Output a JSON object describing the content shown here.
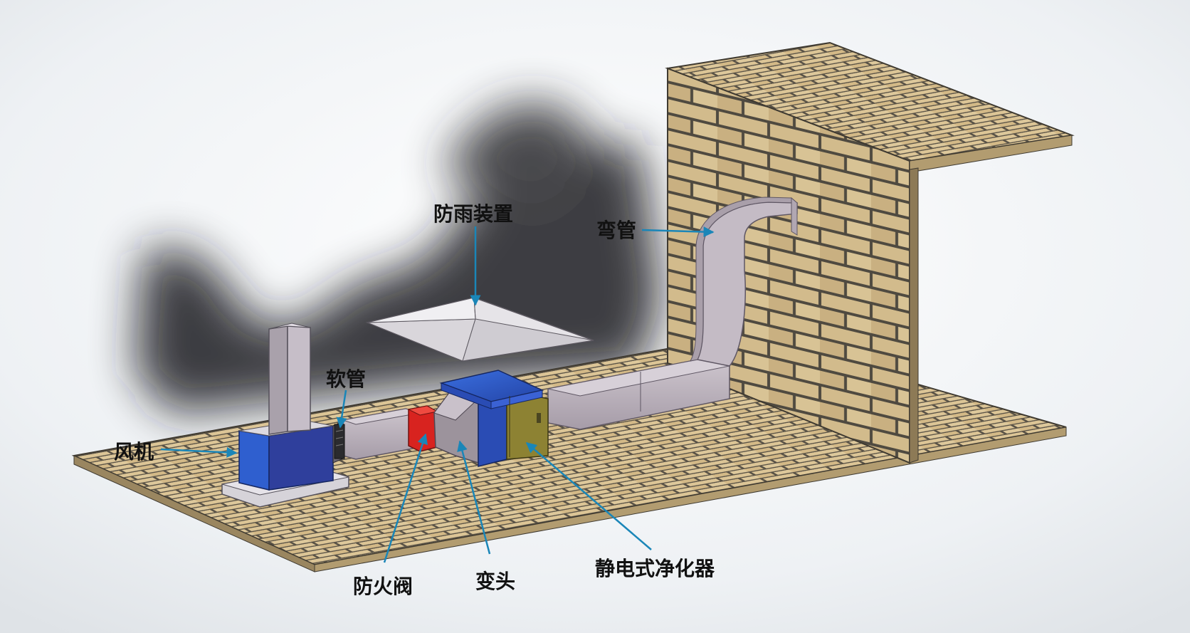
{
  "labels": {
    "rain_cover": "防雨装置",
    "elbow": "弯管",
    "soft_pipe": "软管",
    "fan": "风机",
    "fire_valve": "防火阀",
    "reducer": "变头",
    "purifier": "静电式净化器"
  },
  "colors": {
    "arrow": "#1a86b8",
    "brick": "#d8c08f",
    "mortar": "#565045",
    "duct": "#bcb2ba",
    "duct_dark": "#8e8590",
    "blue": "#2f5fcf",
    "fire_valve_red": "#d8231f",
    "purifier_door": "#8d8233"
  }
}
